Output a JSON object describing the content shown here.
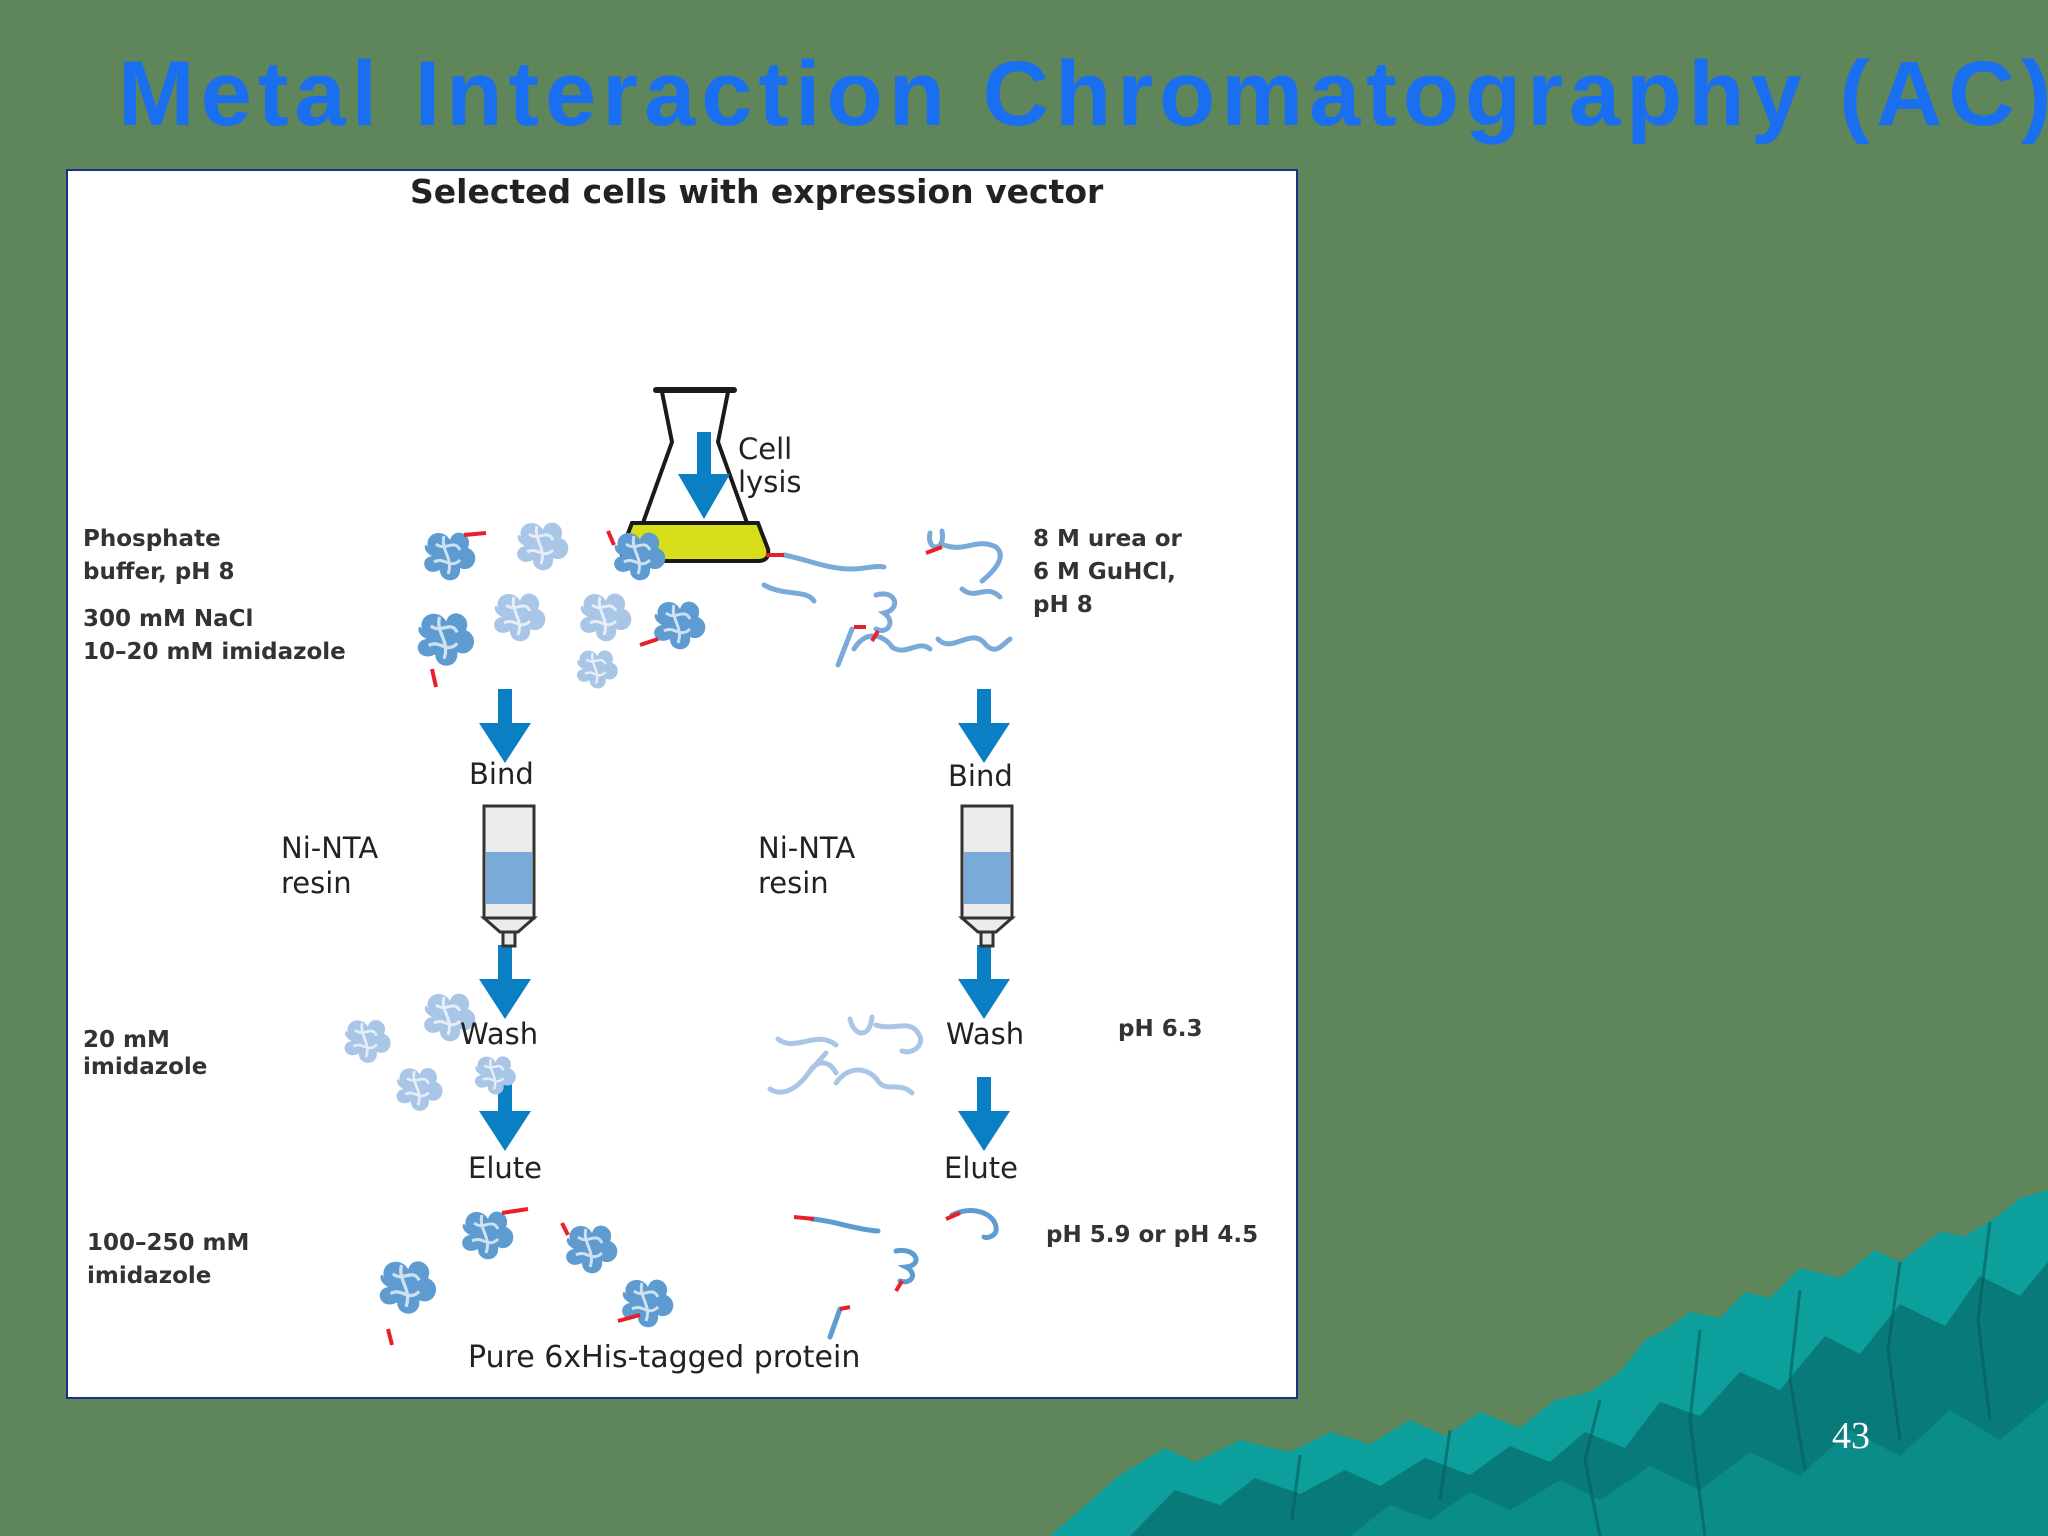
{
  "slide": {
    "title": "Metal Interaction Chromatography (AC)",
    "page_number": "43"
  },
  "figure": {
    "header": "Selected cells with expression vector",
    "footer": "Pure 6xHis-tagged protein",
    "cell_lysis": [
      "Cell",
      "lysis"
    ],
    "native": {
      "buffer": [
        "Phosphate",
        "buffer, pH 8"
      ],
      "salt": [
        "300 mM NaCl",
        "10–20 mM imidazole"
      ],
      "bind": "Bind",
      "resin": [
        "Ni-NTA",
        "resin"
      ],
      "wash": "Wash",
      "wash_condition": [
        "20 mM",
        "imidazole"
      ],
      "elute": "Elute",
      "elute_condition": [
        "100–250 mM",
        "imidazole"
      ]
    },
    "denaturing": {
      "buffer": [
        "8 M urea or",
        "6 M GuHCl,",
        "pH 8"
      ],
      "bind": "Bind",
      "resin": [
        "Ni-NTA",
        "resin"
      ],
      "wash": "Wash",
      "wash_condition": "pH 6.3",
      "elute": "Elute",
      "elute_condition": "pH 5.9 or pH 4.5"
    }
  },
  "colors": {
    "background": "#5f855a",
    "title": "#1a6ef0",
    "arrow": "#0a7fc4",
    "protein": "#5d9bd0",
    "protein_faded": "#a9c6e6",
    "his_tag": "#e8202a",
    "medium": "#d8de1a",
    "resin": "#7aaad8",
    "mountains": "#0c9f9b"
  },
  "icons": [
    "flask-icon",
    "column-icon",
    "arrow-down-icon",
    "folded-protein-icon",
    "unfolded-protein-icon"
  ]
}
